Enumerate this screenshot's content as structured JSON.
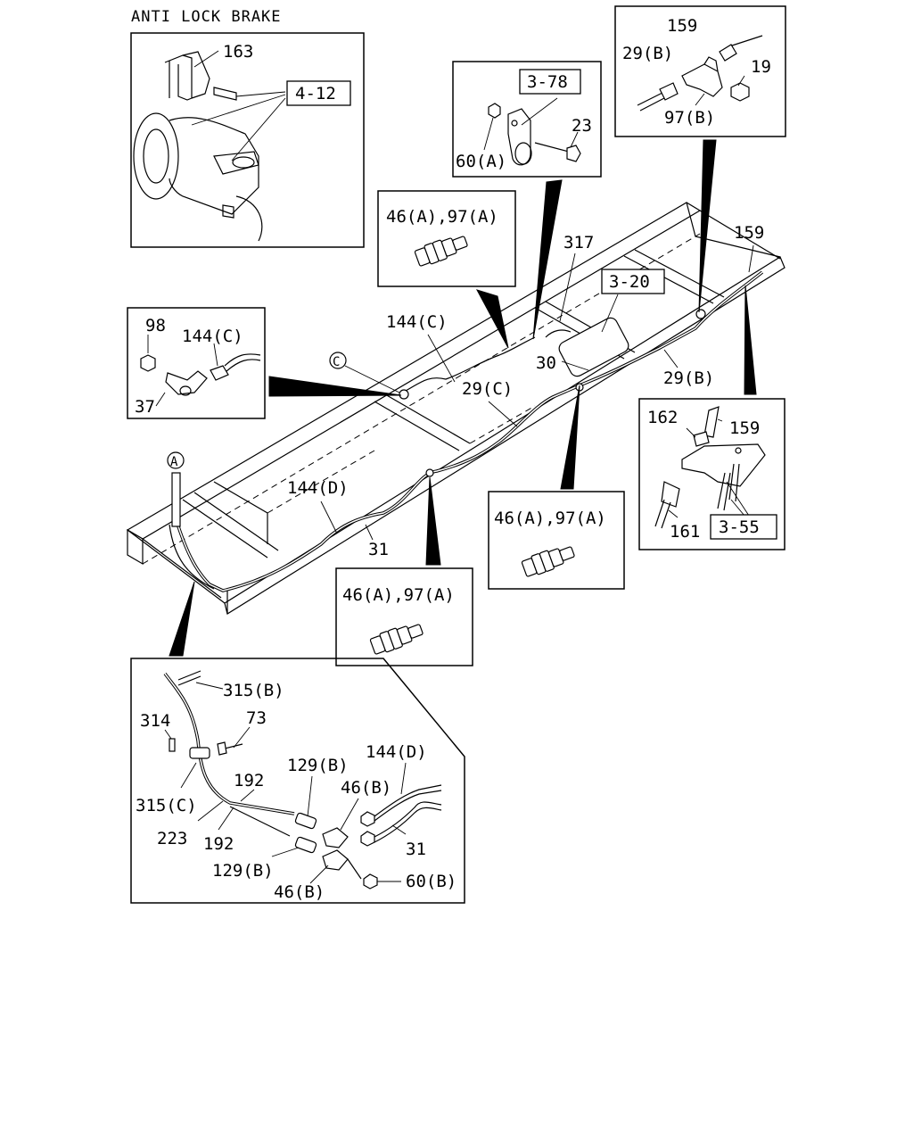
{
  "title": "ANTI LOCK BRAKE",
  "refs": {
    "r412": "4-12",
    "r378": "3-78",
    "r320": "3-20",
    "r355": "3-55"
  },
  "callouts": {
    "A": "A",
    "C": "C"
  },
  "labels": {
    "p163": "163",
    "p60a": "60(A)",
    "p23": "23",
    "p159a": "159",
    "p29b_top": "29(B)",
    "p19": "19",
    "p97b": "97(B)",
    "p46a97a_1": "46(A),97(A)",
    "p317": "317",
    "p159b": "159",
    "p144c_main": "144(C)",
    "p30": "30",
    "p29c": "29(C)",
    "p29b_main": "29(B)",
    "p98": "98",
    "p144c_det": "144(C)",
    "p37": "37",
    "p162": "162",
    "p159c": "159",
    "p161": "161",
    "p144d_main": "144(D)",
    "p31_main": "31",
    "p46a97a_2": "46(A),97(A)",
    "p46a97a_3": "46(A),97(A)",
    "p315b": "315(B)",
    "p314": "314",
    "p73": "73",
    "p315c": "315(C)",
    "p192a": "192",
    "p129b_top": "129(B)",
    "p46b_top": "46(B)",
    "p144d_det": "144(D)",
    "p223": "223",
    "p192b": "192",
    "p31_det": "31",
    "p129b_bot": "129(B)",
    "p46b_bot": "46(B)",
    "p60b": "60(B)"
  }
}
